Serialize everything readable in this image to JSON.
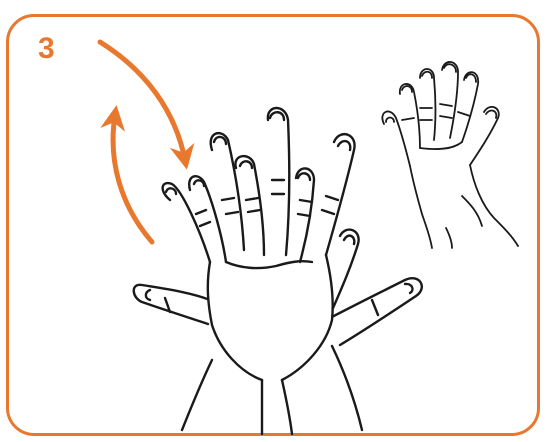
{
  "step": {
    "number": "3"
  },
  "colors": {
    "accent": "#E9782F",
    "ink": "#1a1a1a",
    "background": "#ffffff"
  },
  "icons": {
    "arrow_down": "curved-arrow-down-icon",
    "arrow_up": "curved-arrow-up-icon",
    "main_illustration": "interlaced-fingers-hands-illustration",
    "inset_illustration": "interlaced-fingers-small-hands-illustration"
  }
}
